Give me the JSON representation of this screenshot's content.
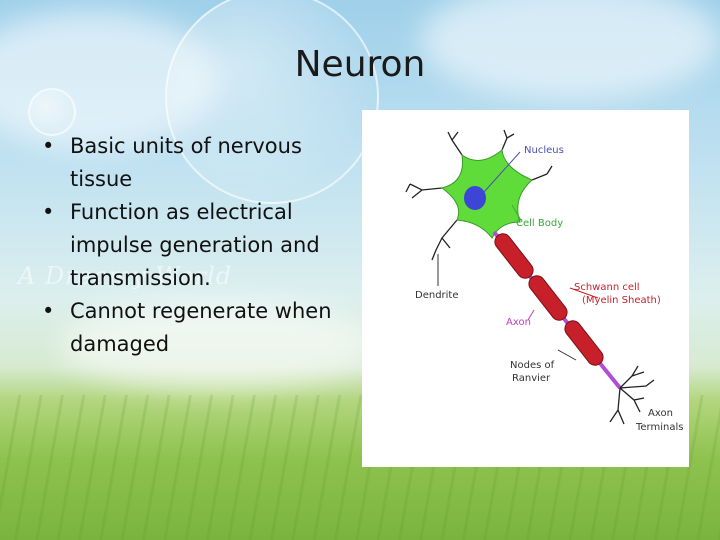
{
  "slide": {
    "title": "Neuron",
    "watermark": "A Dreamy World",
    "bullets": [
      {
        "text": "Basic units of nervous tissue"
      },
      {
        "text": "Function as electrical impulse generation and transmission."
      },
      {
        "text": "Cannot regenerate when damaged"
      }
    ]
  },
  "diagram": {
    "labels": {
      "nucleus": "Nucleus",
      "cell_body": "Cell Body",
      "schwann_1": "Schwann cell",
      "schwann_2": "(Myelin Sheath)",
      "dendrite": "Dendrite",
      "axon": "Axon",
      "nodes_1": "Nodes of",
      "nodes_2": "Ranvier",
      "terminals_1": "Axon",
      "terminals_2": "Terminals"
    },
    "colors": {
      "cell_body": "#5fdc3a",
      "nucleus": "#3c45d6",
      "myelin": "#c8202a",
      "axon": "#b04fd6",
      "label_blue": "#4a4fb0",
      "label_green": "#3aa83a",
      "label_red": "#c8202a",
      "label_magenta": "#c040c0"
    }
  }
}
